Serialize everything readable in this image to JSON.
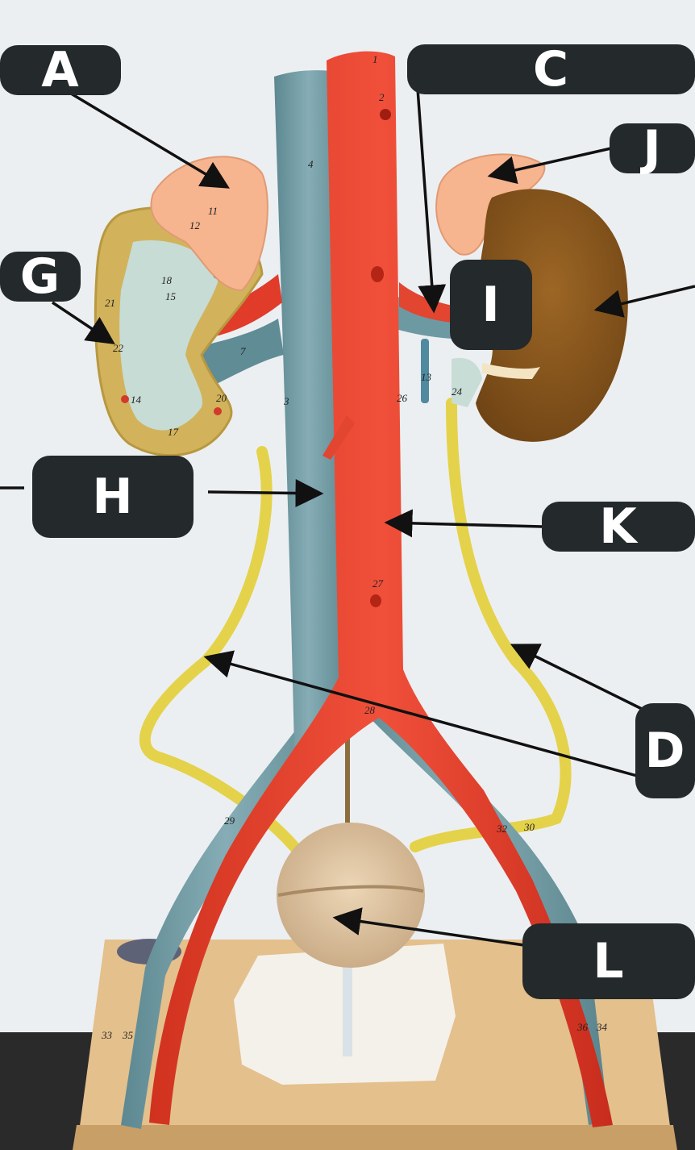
{
  "labels": {
    "A": "A",
    "C": "C",
    "J": "J",
    "G": "G",
    "I": "I",
    "H": "H",
    "K": "K",
    "D": "D",
    "L": "L"
  },
  "model_numbers": {
    "n1": "1",
    "n2": "2",
    "n4": "4",
    "n3": "3",
    "n7": "7",
    "n11": "11",
    "n12": "12",
    "n13": "13",
    "n14": "14",
    "n15": "15",
    "n17": "17",
    "n18": "18",
    "n20": "20",
    "n21": "21",
    "n22": "22",
    "n24": "24",
    "n26": "26",
    "n27": "27",
    "n28": "28",
    "n29": "29",
    "n30": "30",
    "n32": "32",
    "n33": "33",
    "n34": "34",
    "n35": "35",
    "n36": "36"
  },
  "colors": {
    "label_bg": "#24292c",
    "label_text": "#ffffff",
    "vein": "#6f9aa3",
    "artery": "#e8402e",
    "kidney_right": "#8e5a1e",
    "adrenal": "#f6b48f",
    "ureter": "#e4d24a",
    "bladder": "#dcc3a0",
    "base": "#e4c08c"
  }
}
